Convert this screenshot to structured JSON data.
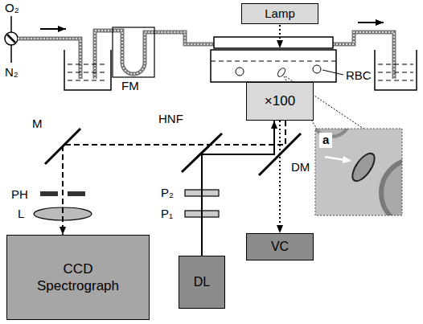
{
  "diagram": {
    "nodes": [
      {
        "text": [
          "Lamp"
        ]
      },
      {
        "text": [
          "×100"
        ]
      },
      {
        "text": [
          "VC"
        ]
      },
      {
        "text": [
          "CCD Spectrograph"
        ]
      },
      {
        "text": [
          "DL"
        ]
      }
    ],
    "edges": [
      {
        "from": 4,
        "to": 1,
        "arrow": "to"
      },
      {
        "from": 1,
        "to": 3,
        "arrow": "to"
      },
      {
        "from": 1,
        "to": 2,
        "arrow": "to"
      }
    ],
    "labels": [
      "O₂",
      "N₂",
      "FM",
      "RBC",
      "M",
      "PH",
      "L",
      "HNF",
      "P₂",
      "P₁",
      "DM",
      "a"
    ]
  }
}
